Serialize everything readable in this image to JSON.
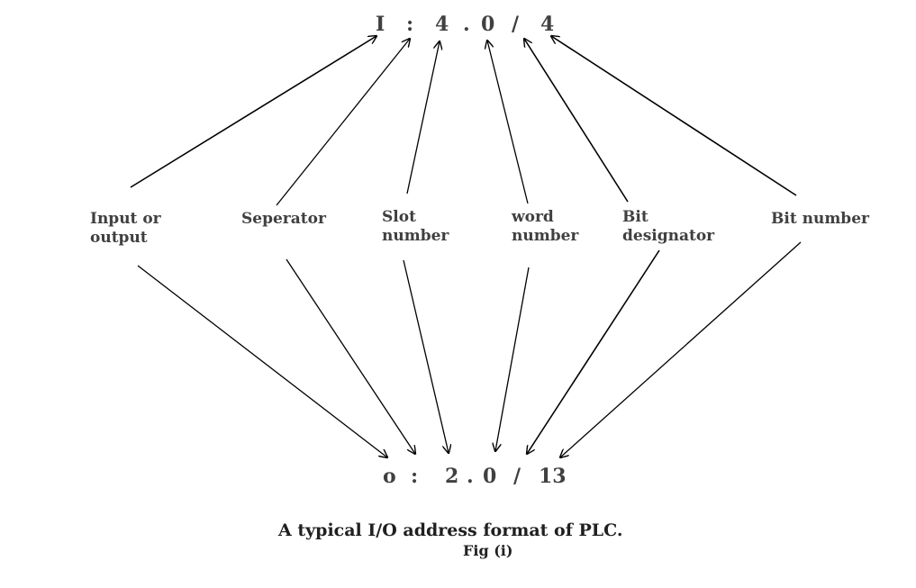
{
  "top_address": [
    "I",
    ":",
    "4",
    ".",
    "0",
    "/",
    "4"
  ],
  "bottom_address": [
    "o",
    ":",
    "2",
    ".",
    "0",
    "/",
    "13"
  ],
  "labels": [
    {
      "line1": "Input or",
      "line2": "output"
    },
    {
      "line1": "Seperator",
      "line2": ""
    },
    {
      "line1": "Slot",
      "line2": "number"
    },
    {
      "line1": "word",
      "line2": "number"
    },
    {
      "line1": "Bit",
      "line2": "designator"
    },
    {
      "line1": "Bit number",
      "line2": ""
    }
  ],
  "caption": "A typical I/O address format  of PLC.",
  "figure_label": "Fig (i)",
  "colors": {
    "arrow": "#000000",
    "text": "#404040"
  }
}
